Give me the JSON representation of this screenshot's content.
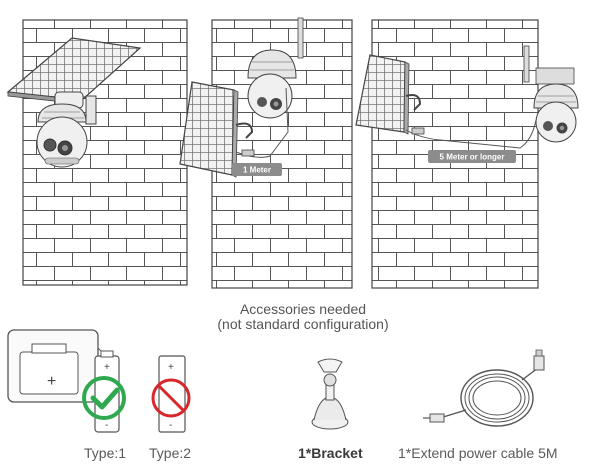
{
  "installs": [
    {
      "cable_label": ""
    },
    {
      "cable_label": "1 Meter"
    },
    {
      "cable_label": "5 Meter or longer"
    }
  ],
  "accessories": {
    "heading_line1": "Accessories needed",
    "heading_line2": "(not standard configuration)",
    "battery": {
      "plus": "+",
      "minus": "-"
    },
    "type1": "Type:1",
    "type2": "Type:2",
    "bracket": "1*Bracket",
    "cable": "1*Extend power cable 5M"
  },
  "colors": {
    "check": "#2fa84f",
    "prohibit": "#d8262a",
    "line": "#555555",
    "badge": "#8c8c8c"
  },
  "icons": [
    "check-icon",
    "prohibited-icon"
  ]
}
